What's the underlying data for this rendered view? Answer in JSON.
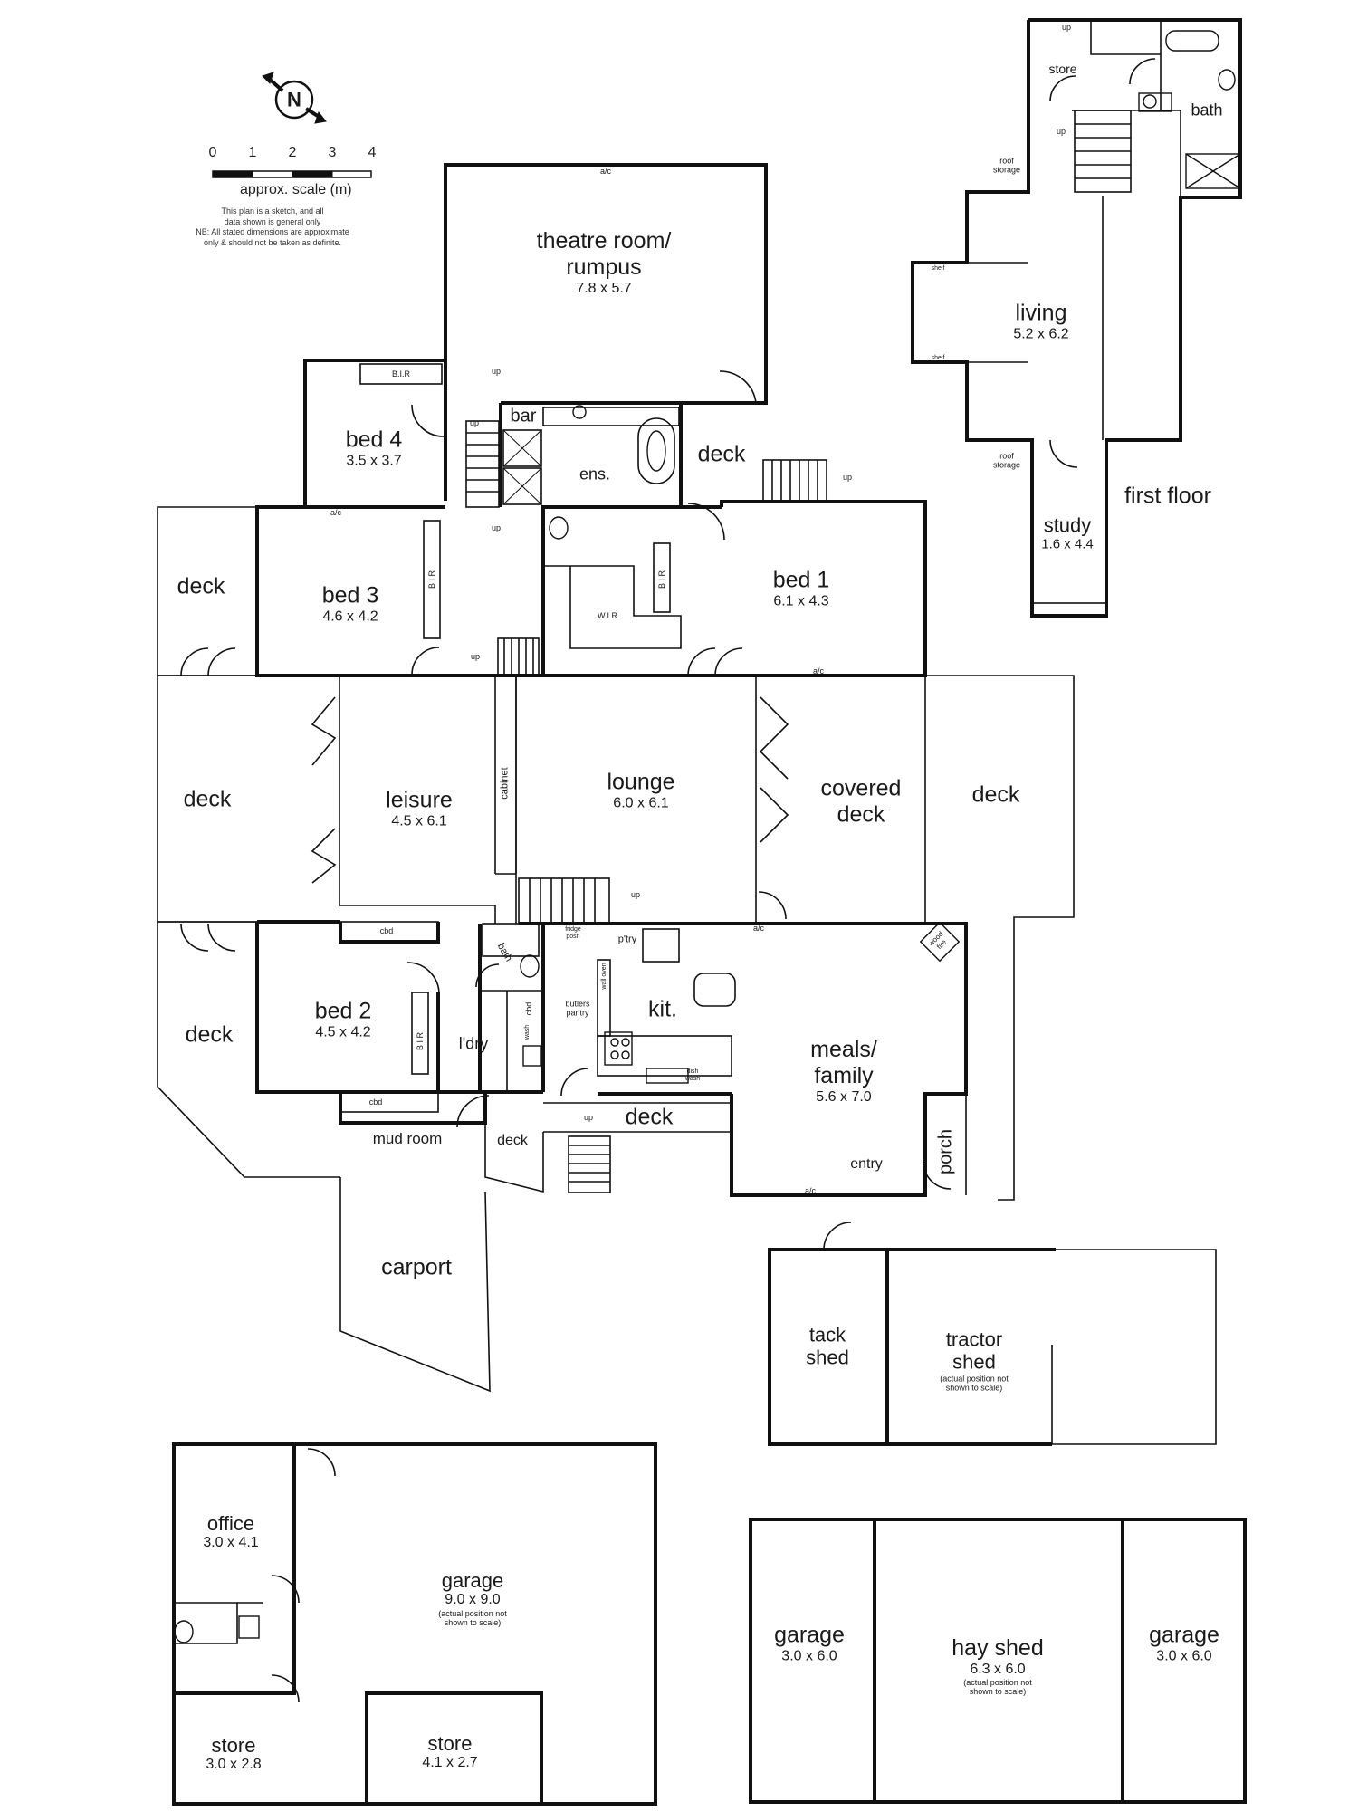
{
  "compass": {
    "label": "N"
  },
  "scale": {
    "ticks": [
      "0",
      "1",
      "2",
      "3",
      "4"
    ],
    "caption": "approx. scale (m)",
    "note1": "This plan is a sketch, and all",
    "note2": "data shown is general only",
    "note3": "NB: All stated dimensions are approximate",
    "note4": "only & should not be taken as definite."
  },
  "ground": {
    "theatre": {
      "name1": "theatre room/",
      "name2": "rumpus",
      "dims": "7.8 x 5.7"
    },
    "bed4": {
      "name": "bed 4",
      "dims": "3.5 x 3.7",
      "bir": "B.I.R"
    },
    "bar": "bar",
    "ens": "ens.",
    "deck_top": "deck",
    "bed3": {
      "name": "bed 3",
      "dims": "4.6 x 4.2",
      "bir": "B I R"
    },
    "bed1": {
      "name": "bed 1",
      "dims": "6.1 x 4.3",
      "bir": "B I R",
      "wir": "W.I.R"
    },
    "deck_left_top": "deck",
    "deck_left_mid": "deck",
    "deck_left_bot": "deck",
    "leisure": {
      "name": "leisure",
      "dims": "4.5 x 6.1"
    },
    "cabinet": "cabinet",
    "lounge": {
      "name": "lounge",
      "dims": "6.0 x 6.1"
    },
    "covered_deck": {
      "name1": "covered",
      "name2": "deck"
    },
    "deck_right": "deck",
    "bed2": {
      "name": "bed 2",
      "dims": "4.5 x 4.2",
      "bir": "B I R"
    },
    "cbd1": "cbd",
    "cbd2": "cbd",
    "cbd3": "cbd",
    "bath": "bath",
    "ldry": "l'dry",
    "butlers": {
      "l1": "butlers",
      "l2": "pantry"
    },
    "fridge": {
      "l1": "fridge",
      "l2": "posn"
    },
    "ptry": "p'try",
    "kit": "kit.",
    "dishwash": {
      "l1": "dish",
      "l2": "wash"
    },
    "wall_oven": {
      "l1": "wall",
      "l2": "oven"
    },
    "wash": "wash",
    "meals": {
      "name1": "meals/",
      "name2": "family",
      "dims": "5.6 x 7.0"
    },
    "wood_fire": {
      "l1": "wood",
      "l2": "fire"
    },
    "mud_room": "mud room",
    "deck_mud": "deck",
    "deck_kit": "deck",
    "entry": "entry",
    "porch": "porch",
    "carport": "carport",
    "arc": "a/c",
    "up": "up"
  },
  "first_floor": {
    "title": "first floor",
    "store": "store",
    "bath": "bath",
    "roof_storage": {
      "l1": "roof",
      "l2": "storage"
    },
    "shelf": "shelf",
    "living": {
      "name": "living",
      "dims": "5.2 x 6.2"
    },
    "study": {
      "name": "study",
      "dims": "1.6 x 4.4"
    }
  },
  "outbuildings": {
    "tack": {
      "l1": "tack",
      "l2": "shed"
    },
    "tractor": {
      "l1": "tractor",
      "l2": "shed",
      "n1": "(actual position not",
      "n2": "shown to scale)"
    },
    "office": {
      "name": "office",
      "dims": "3.0 x 4.1"
    },
    "garage_main": {
      "name": "garage",
      "dims": "9.0 x 9.0",
      "n1": "(actual position not",
      "n2": "shown to scale)"
    },
    "store_small": {
      "name": "store",
      "dims": "3.0 x 2.8"
    },
    "store_big": {
      "name": "store",
      "dims": "4.1 x 2.7"
    },
    "garage_left": {
      "name": "garage",
      "dims": "3.0 x 6.0"
    },
    "hay": {
      "name": "hay shed",
      "dims": "6.3 x 6.0",
      "n1": "(actual position not",
      "n2": "shown to scale)"
    },
    "garage_right": {
      "name": "garage",
      "dims": "3.0 x 6.0"
    }
  }
}
